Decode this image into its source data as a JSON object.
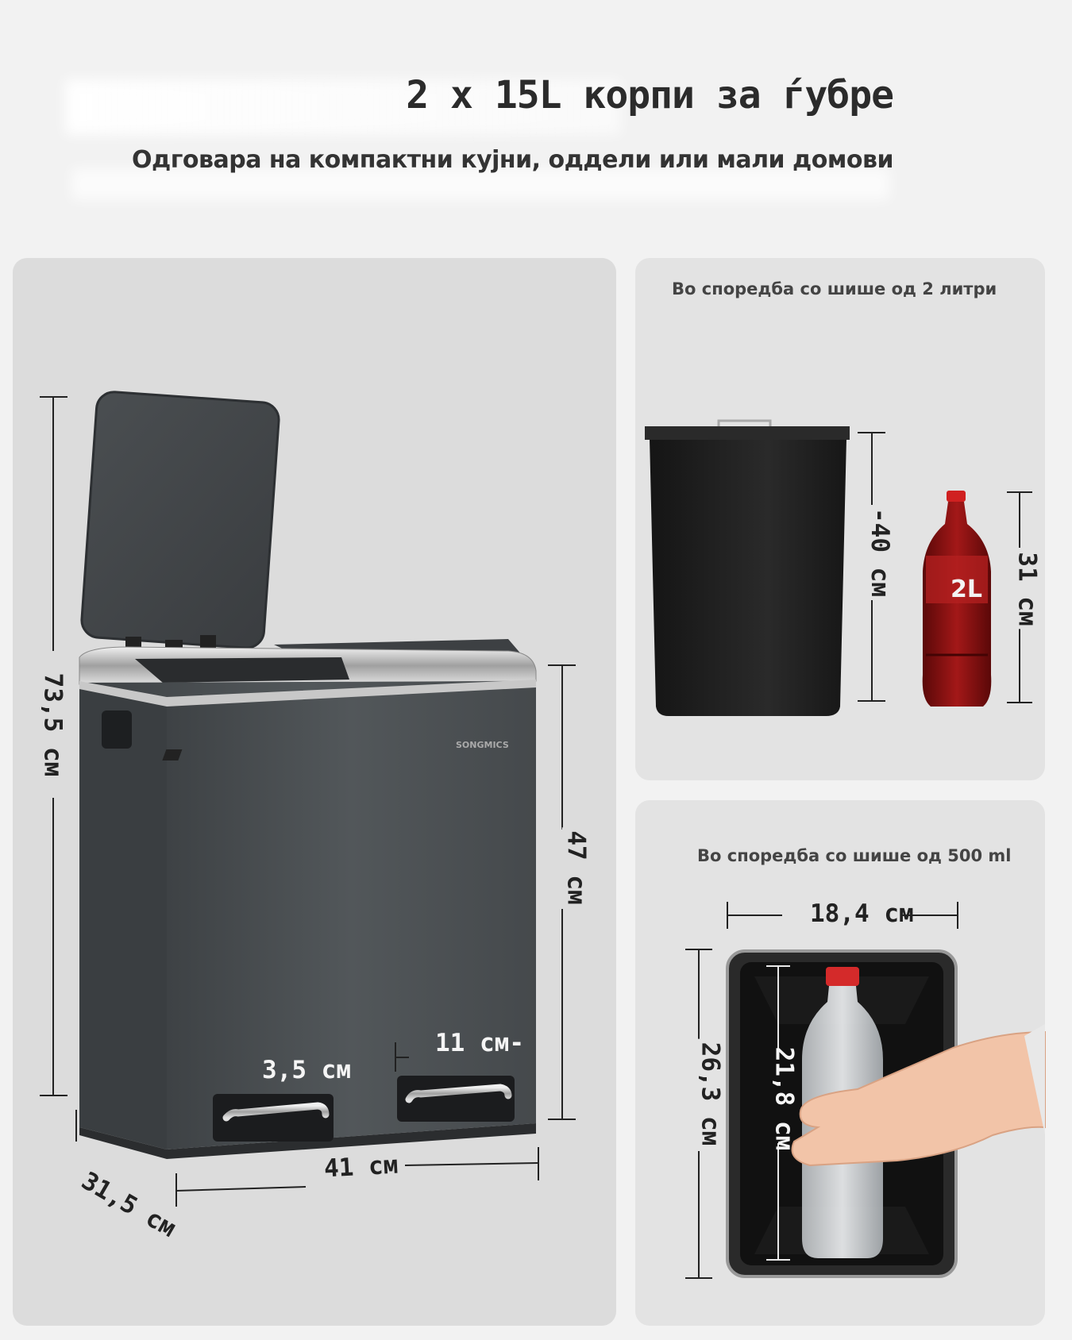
{
  "header": {
    "title": "2 x 15L корпи за ѓубре",
    "subtitle": "Одговара на компактни кујни, оддели или мали домови"
  },
  "main_panel": {
    "dim_height_total": "73,5 см",
    "dim_height_body": "47 см",
    "dim_width": "41 см",
    "dim_depth": "31,5 см",
    "dim_pedal_gap": "3,5 см",
    "dim_pedal_width": "11 см-",
    "brand": "SONGMICS"
  },
  "top_right_panel": {
    "caption": "Во споредба со шише од 2 литри",
    "dim_bucket_height": "-40 см",
    "dim_bottle_height": "31 см",
    "bottle_label": "2L"
  },
  "bottom_right_panel": {
    "caption": "Во споредба со шише од 500 ml",
    "dim_width": "18,4 см",
    "dim_length": "26,3 см",
    "dim_bottle_length": "21,8 см"
  },
  "colors": {
    "background": "#f2f2f2",
    "panel": "#e3e3e3",
    "bin_body": "#4b4f52",
    "bucket": "#1c1c1c",
    "bottle_red": "#8a1010"
  }
}
